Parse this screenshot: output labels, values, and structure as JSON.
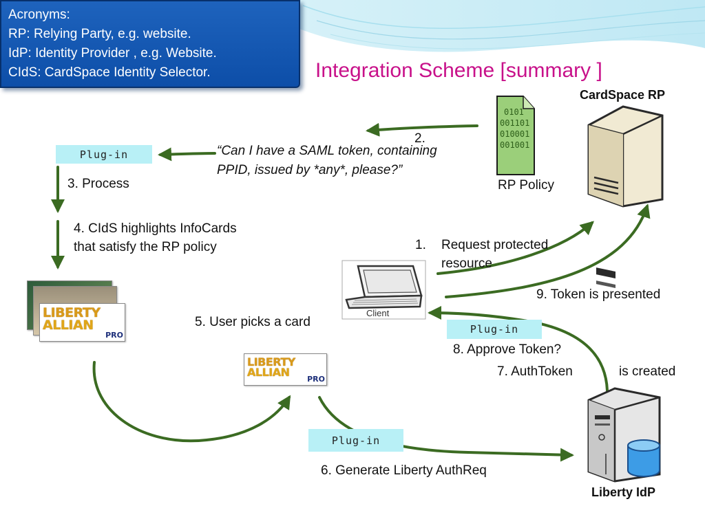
{
  "acronyms": {
    "heading": "Acronyms:",
    "lines": [
      "RP: Relying Party, e.g. website.",
      "IdP: Identity Provider , e.g. Website.",
      "CIdS: CardSpace Identity Selector."
    ]
  },
  "title": "Integration Scheme [summary ]",
  "nodes": {
    "rp_server_label": "CardSpace RP",
    "rp_policy_label": "RP Policy",
    "client_label": "Client",
    "idp_label": "Liberty IdP",
    "policy_doc_bits": [
      "0101",
      "001101",
      "010001",
      "001001"
    ]
  },
  "plugins": {
    "label": "Plug-in"
  },
  "steps": {
    "step2": "2.",
    "step2_quote_line1": "“Can I have a SAML token, containing",
    "step2_quote_line2": "PPID,  issued by *any*, please?”",
    "step3": "3. Process",
    "step4_line1": "4. CIdS highlights InfoCards",
    "step4_line2": "that satisfy the RP policy",
    "step1_number": "1.",
    "step1_line1": "Request protected",
    "step1_line2": "resource",
    "step9": "9. Token is presented",
    "step5": "5. User picks a card",
    "step8": "8. Approve Token?",
    "step7_part1": "7. AuthToken",
    "step7_part2": "is created",
    "step6": "6. Generate Liberty AuthReq"
  },
  "cards": {
    "line1": "LIBERTY",
    "line2": "ALLIAN",
    "suffix": "PRO"
  },
  "colors": {
    "arrow": "#3b6b22",
    "title": "#c8118a",
    "acronym_box": "#1559b5",
    "plugin_bg": "#b8f0f6"
  }
}
